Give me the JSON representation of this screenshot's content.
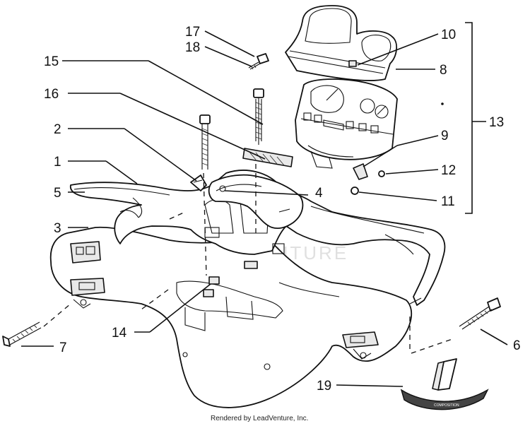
{
  "diagram": {
    "callouts": [
      "1",
      "2",
      "3",
      "4",
      "5",
      "6",
      "7",
      "8",
      "9",
      "10",
      "11",
      "12",
      "13",
      "14",
      "15",
      "16",
      "17",
      "18",
      "19"
    ],
    "watermark": "LEADVENTURE",
    "credit": "Rendered by LeadVenture, Inc.",
    "badge_text": "COMPOSITION"
  },
  "parts": [
    {
      "id": "handlebar-cover",
      "callout": "1"
    },
    {
      "id": "instrument-cluster",
      "callout": "13"
    },
    {
      "id": "gasket-kit",
      "callout": "19"
    }
  ]
}
